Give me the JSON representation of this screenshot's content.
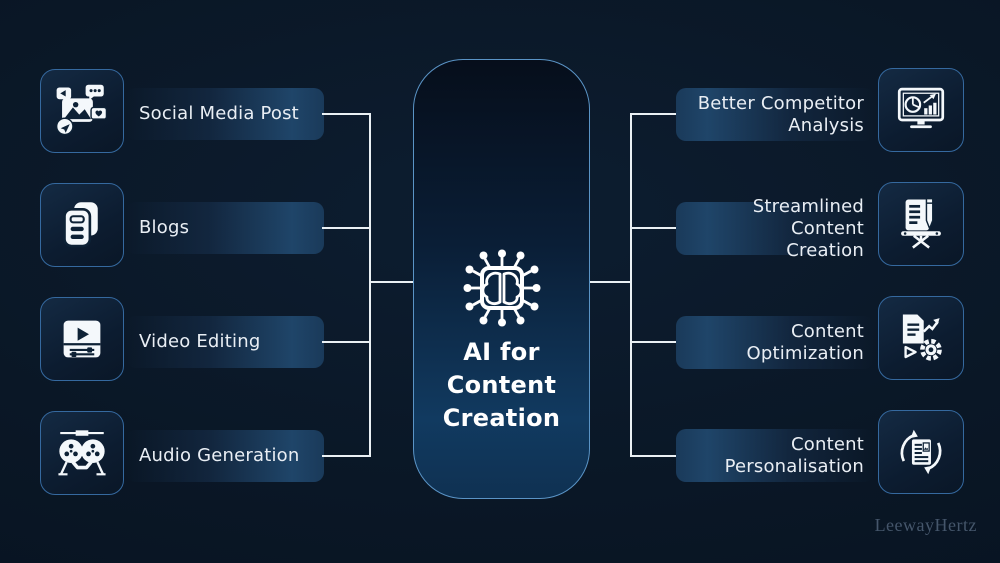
{
  "center": {
    "title_lines": [
      "AI for",
      "Content",
      "Creation"
    ],
    "icon": "ai-chip-icon"
  },
  "left_items": [
    {
      "label": "Social Media Post",
      "icon": "social-media-post-icon"
    },
    {
      "label": "Blogs",
      "icon": "blogs-icon"
    },
    {
      "label": "Video Editing",
      "icon": "video-editing-icon"
    },
    {
      "label": "Audio Generation",
      "icon": "audio-generation-icon"
    }
  ],
  "right_items": [
    {
      "label": "Better Competitor\nAnalysis",
      "icon": "competitor-analysis-icon"
    },
    {
      "label": "Streamlined Content\nCreation",
      "icon": "streamlined-content-creation-icon"
    },
    {
      "label": "Content\nOptimization",
      "icon": "content-optimization-icon"
    },
    {
      "label": "Content\nPersonalisation",
      "icon": "content-personalisation-icon"
    }
  ],
  "watermark": "LeewayHertz",
  "colors": {
    "background": "#0a1726",
    "bar_highlight": "#1f4569",
    "tile_border": "#35699f",
    "center_border": "#5a94c6",
    "connector": "#eaf0f4",
    "label_text": "#e9eef4",
    "watermark_text": "#45566b"
  }
}
